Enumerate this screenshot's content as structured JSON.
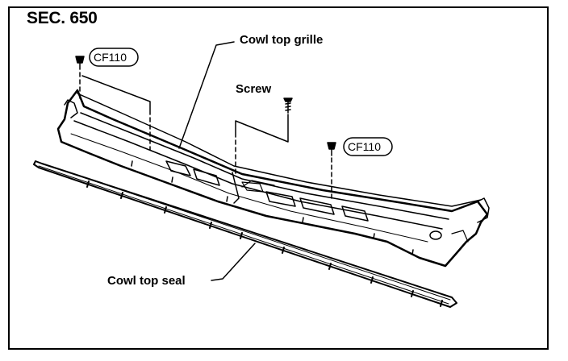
{
  "diagram": {
    "section": "SEC. 650",
    "callouts": {
      "cowl_top_grille": "Cowl top grille",
      "screw": "Screw",
      "cowl_top_seal": "Cowl top seal"
    },
    "clip_codes": [
      "CF110",
      "CF110"
    ]
  },
  "colors": {
    "line": "#000000",
    "background": "#ffffff"
  }
}
